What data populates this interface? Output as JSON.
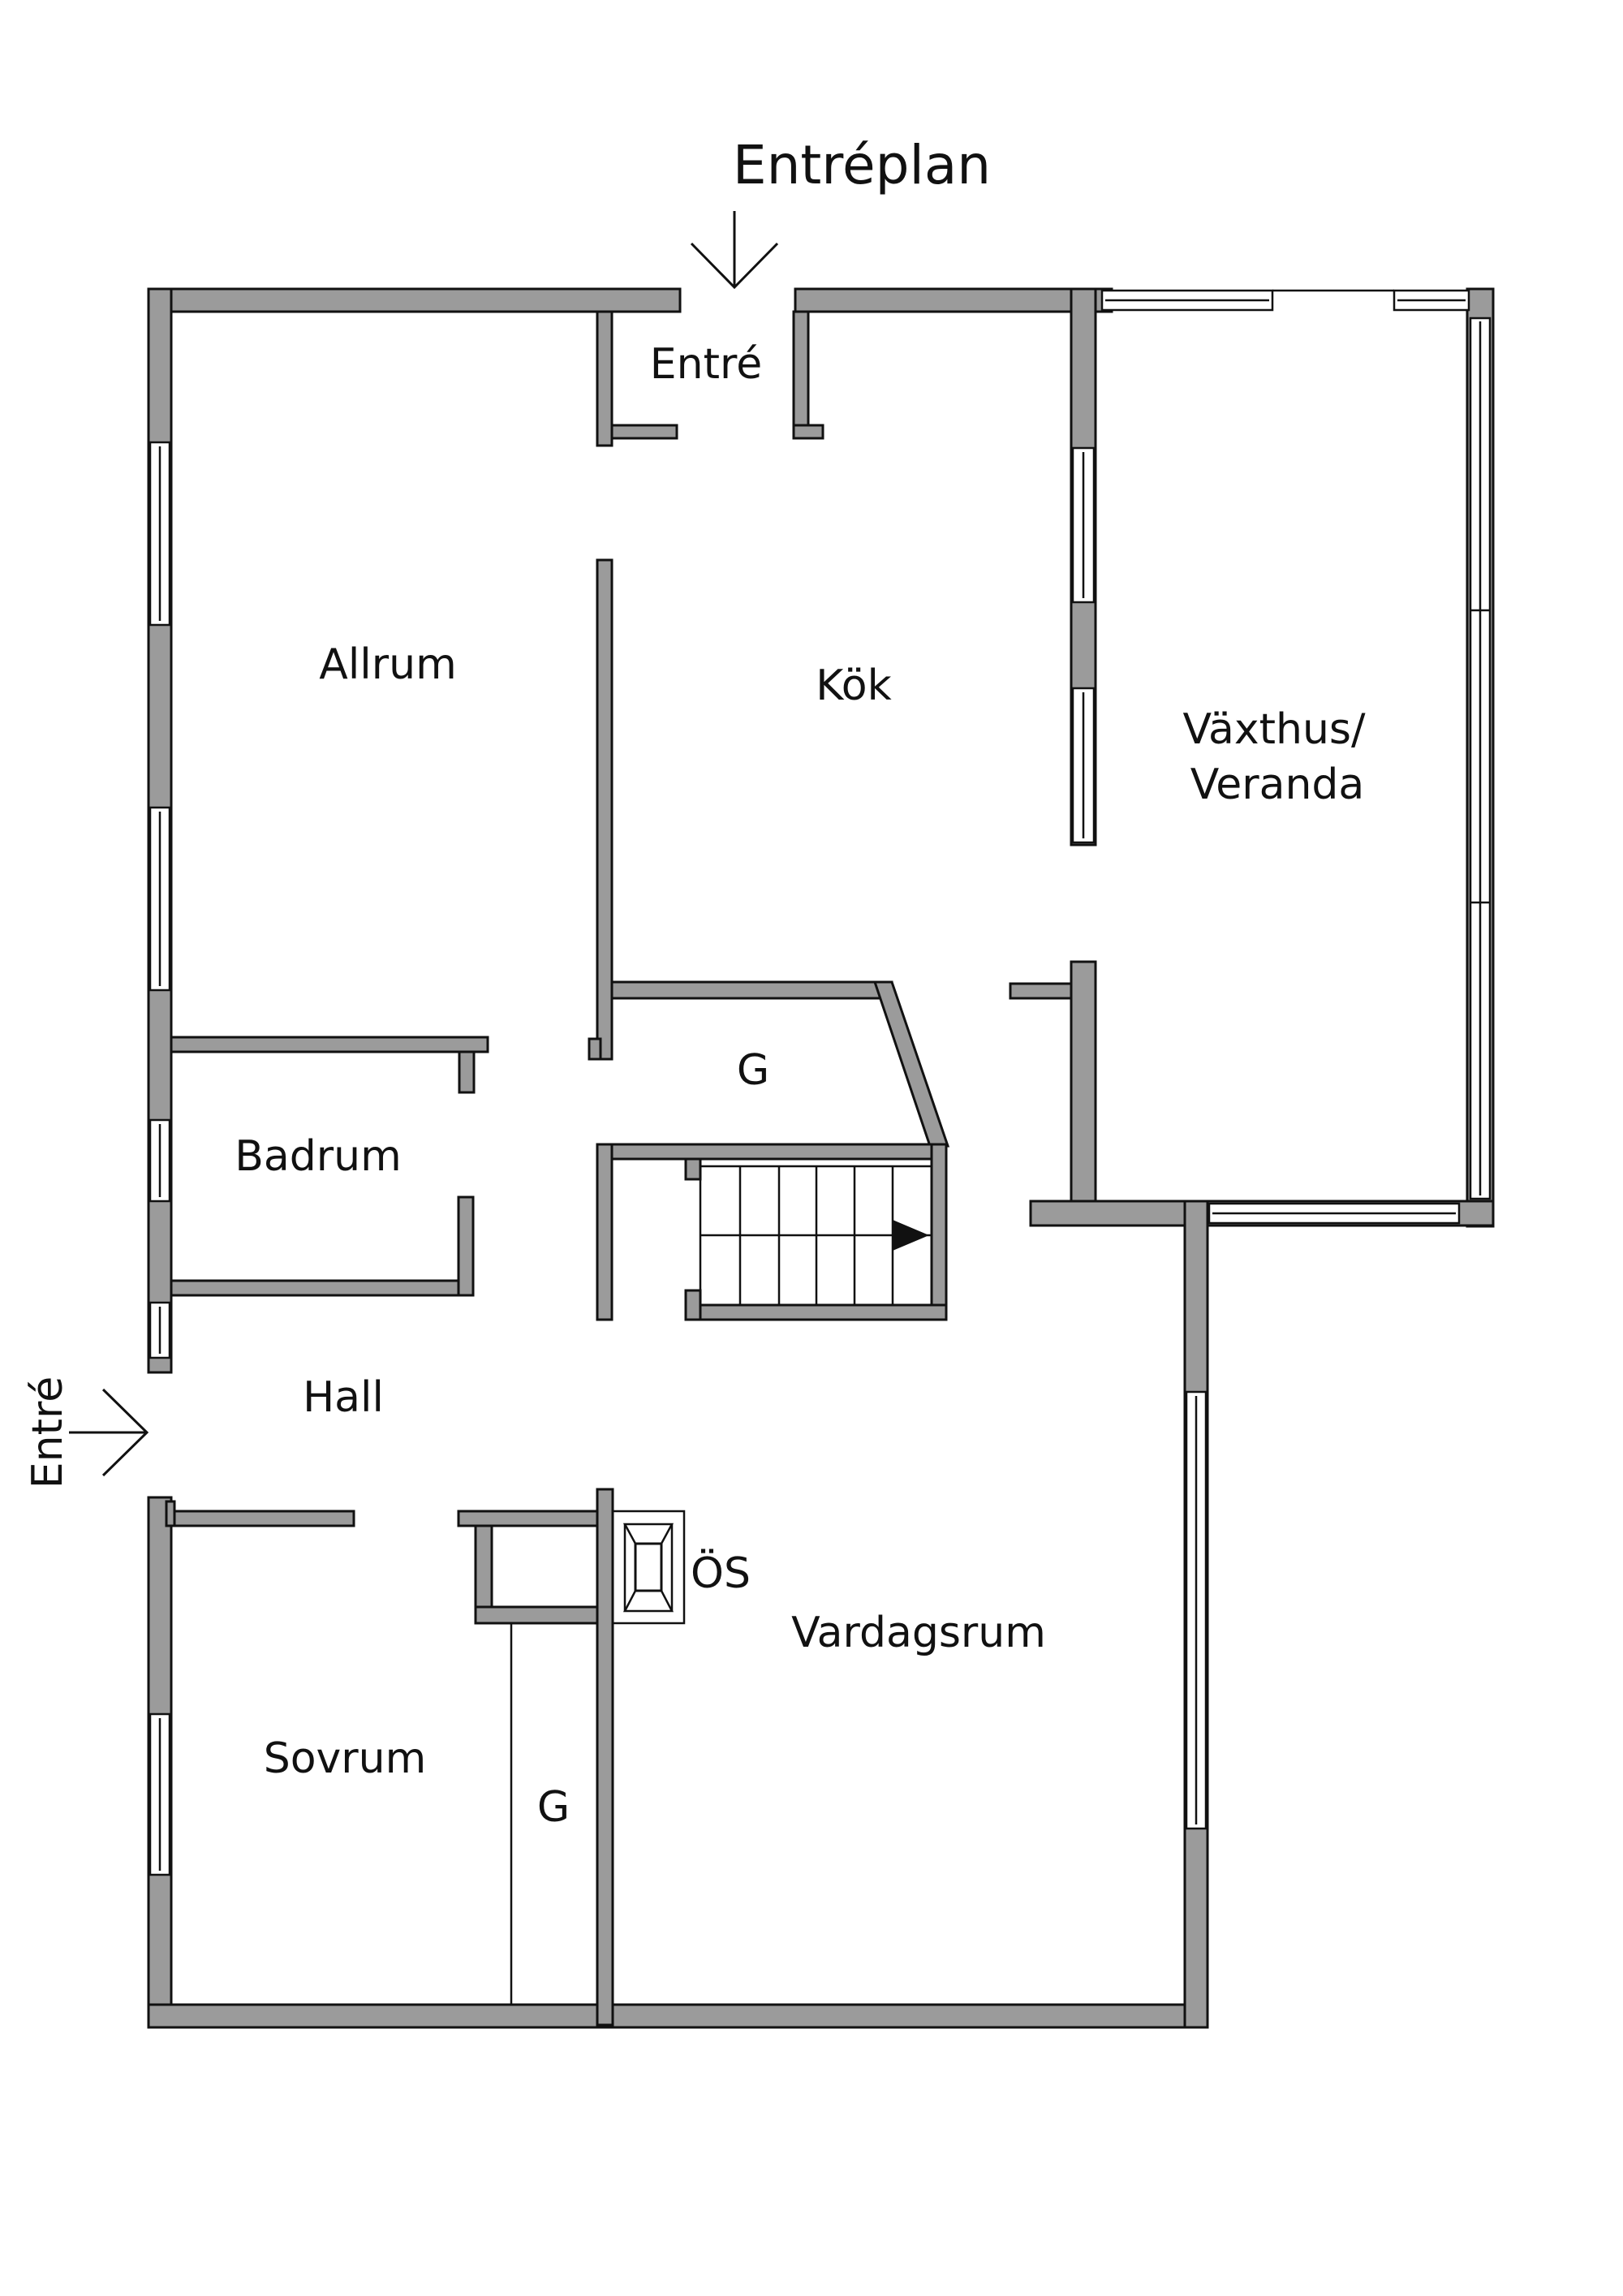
{
  "plan": {
    "title": "Entréplan",
    "entries": {
      "top": "Entré",
      "side": "Entré"
    },
    "rooms": {
      "allrum": "Allrum",
      "kok": "Kök",
      "vaxthus_line1": "Växthus/",
      "vaxthus_line2": "Veranda",
      "badrum": "Badrum",
      "hall": "Hall",
      "sovrum": "Sovrum",
      "vardagsrum": "Vardagsrum",
      "garderob_1": "G",
      "garderob_2": "G",
      "oppen_spis": "ÖS"
    }
  }
}
